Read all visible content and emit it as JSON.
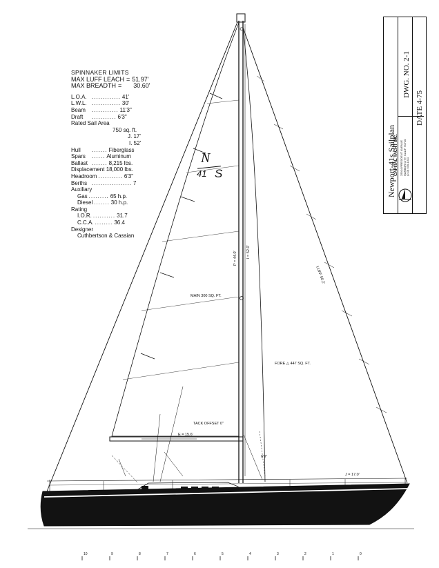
{
  "spinnaker": {
    "heading": "SPINNAKER LIMITS",
    "luff_label": "MAX LUFF LEACH",
    "luff_value": "51.97'",
    "breadth_label": "MAX BREADTH",
    "breadth_value": "30.60'"
  },
  "specs": {
    "loa_label": "L.O.A.",
    "loa_value": "41'",
    "lwl_label": "L.W.L.",
    "lwl_value": "30'",
    "beam_label": "Beam",
    "beam_value": "11'3\"",
    "draft_label": "Draft",
    "draft_value": "6'3\"",
    "rated_label": "Rated Sail Area",
    "rated_area": "750 sq. ft.",
    "rated_j": "J. 17'",
    "rated_i": "I. 52'",
    "hull_label": "Hull",
    "hull_value": "Fiberglass",
    "spars_label": "Spars",
    "spars_value": "Aluminum",
    "ballast_label": "Ballast",
    "ballast_value": "8,215 lbs.",
    "displacement": "Displacement 18,000 lbs.",
    "headroom_label": "Headroom",
    "headroom_value": "6'3\"",
    "berths_label": "Berths",
    "berths_value": "7",
    "aux_label": "Auxiliary",
    "gas_label": "Gas",
    "gas_value": "65 h.p.",
    "diesel_label": "Diesel",
    "diesel_value": "30 h.p.",
    "rating_label": "Rating",
    "ior_label": "I.O.R.",
    "ior_value": "31.7",
    "cca_label": "C.C.A.",
    "cca_value": "36.4",
    "designer_label": "Designer",
    "designer_value": "Cuthbertson & Cassian"
  },
  "drawing": {
    "insignia_top": "N",
    "insignia_left": "41",
    "insignia_right": "S",
    "main_area": "MAIN 300 SQ. FT.",
    "fore_area": "FORE △ 447 SQ. FT.",
    "tack_offset": "TACK OFFSET 0\"",
    "p_dim": "P = 44.0'",
    "i_dim": "I = 52.0'",
    "e_dim": "E = 15.6'",
    "j_dim": "J = 17.0'",
    "luff_dim": "LUFF 50.2'",
    "pulpit_dim": "6'0\""
  },
  "title_block": {
    "title": "Newport-41s Sailplan",
    "dwg_no": "DWG. NO. 2-1",
    "date": "DATE 4-75",
    "company": "CAPITAL YACHT INC.",
    "address_1": "25914 PRESIDENT AVENUE",
    "address_2": "HARBOR CITY, CALIF. 90710",
    "phone": "(213) 530-1311"
  },
  "scale": [
    "10",
    "9",
    "8",
    "7",
    "6",
    "5",
    "4",
    "3",
    "2",
    "1",
    "0"
  ],
  "colors": {
    "ink": "#111111",
    "hull": "#121212",
    "stripe": "#ffffff",
    "paper": "#ffffff"
  }
}
